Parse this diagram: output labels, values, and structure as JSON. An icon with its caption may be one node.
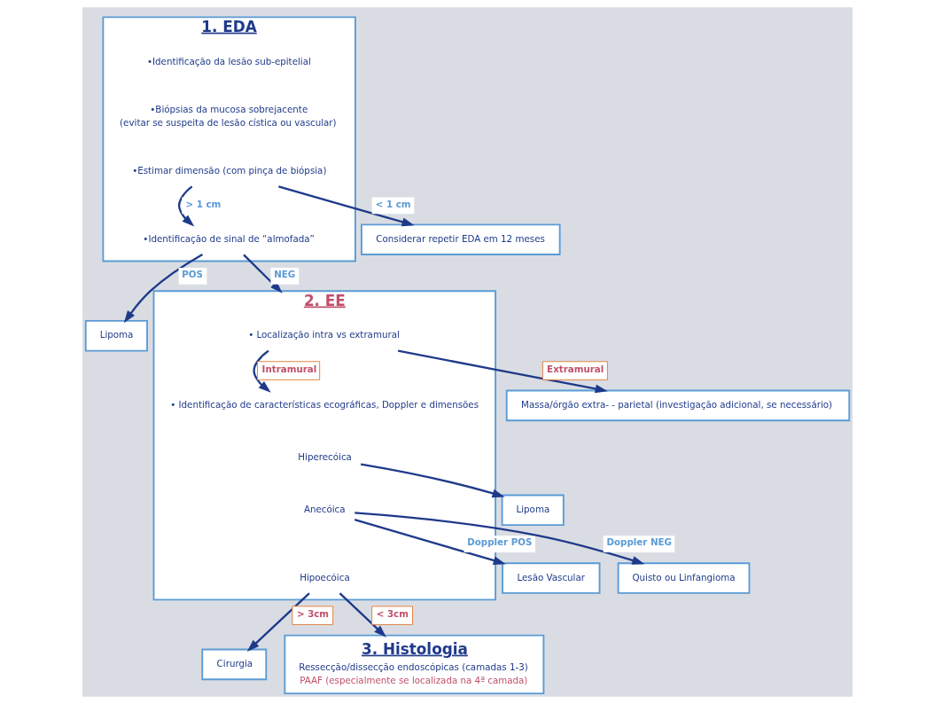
{
  "diagram": {
    "nodes": [
      {
        "text": [
          "1. EDA"
        ]
      },
      {
        "text": [
          "•Identificação da lesão sub-epitelial"
        ],
        "in": 0
      },
      {
        "text": [
          "•Biópsias da mucosa sobrejacente",
          "(evitar se suspeita de lesão cística ou vascular)"
        ],
        "in": 0
      },
      {
        "text": [
          "•Estimar dimensão (com pinça de biópsia)"
        ],
        "in": 0
      },
      {
        "text": [
          "•Identificação de sinal de “almofada”"
        ],
        "in": 0
      },
      {
        "text": [
          "Considerar repetir EDA em 12 meses"
        ]
      },
      {
        "text": [
          "Lipoma"
        ]
      },
      {
        "text": [
          "2. EE"
        ]
      },
      {
        "text": [
          "• Localização intra vs extramural"
        ],
        "in": 7
      },
      {
        "text": [
          "• Identificação de características ecográficas, Doppler e dimensões"
        ],
        "in": 7
      },
      {
        "text": [
          "Hiperecóica"
        ],
        "in": 7
      },
      {
        "text": [
          "Anecóica"
        ],
        "in": 7
      },
      {
        "text": [
          "Hipoecóica"
        ],
        "in": 7
      },
      {
        "text": [
          "Massa/órgão extra- - parietal (investigação adicional, se necessário)"
        ]
      },
      {
        "text": [
          "Lipoma"
        ]
      },
      {
        "text": [
          "Lesão Vascular"
        ]
      },
      {
        "text": [
          "Quisto ou Linfangioma"
        ]
      },
      {
        "text": [
          "Cirurgia"
        ]
      },
      {
        "text": [
          "3. Histologia",
          "Ressecção/dissecção endoscópicas (camadas 1-3)",
          "PAAF (especialmente se localizada na 4ª camada)"
        ]
      }
    ],
    "edges": [
      {
        "from": 3,
        "to": 5,
        "arrow": "to",
        "label": "< 1 cm"
      },
      {
        "from": 3,
        "to": 4,
        "arrow": "to",
        "label": "> 1 cm"
      },
      {
        "from": 4,
        "to": 6,
        "arrow": "to",
        "label": "POS"
      },
      {
        "from": 4,
        "to": 7,
        "arrow": "to",
        "label": "NEG"
      },
      {
        "from": 8,
        "to": 13,
        "arrow": "to",
        "label": "Extramural"
      },
      {
        "from": 8,
        "to": 9,
        "arrow": "to",
        "label": "Intramural"
      },
      {
        "from": 10,
        "to": 14,
        "arrow": "to"
      },
      {
        "from": 11,
        "to": 15,
        "arrow": "to",
        "label": "Doppler POS"
      },
      {
        "from": 11,
        "to": 16,
        "arrow": "to",
        "label": "Doppler NEG"
      },
      {
        "from": 12,
        "to": 17,
        "arrow": "to",
        "label": "> 3cm"
      },
      {
        "from": 12,
        "to": 18,
        "arrow": "to",
        "label": "< 3cm"
      }
    ]
  }
}
